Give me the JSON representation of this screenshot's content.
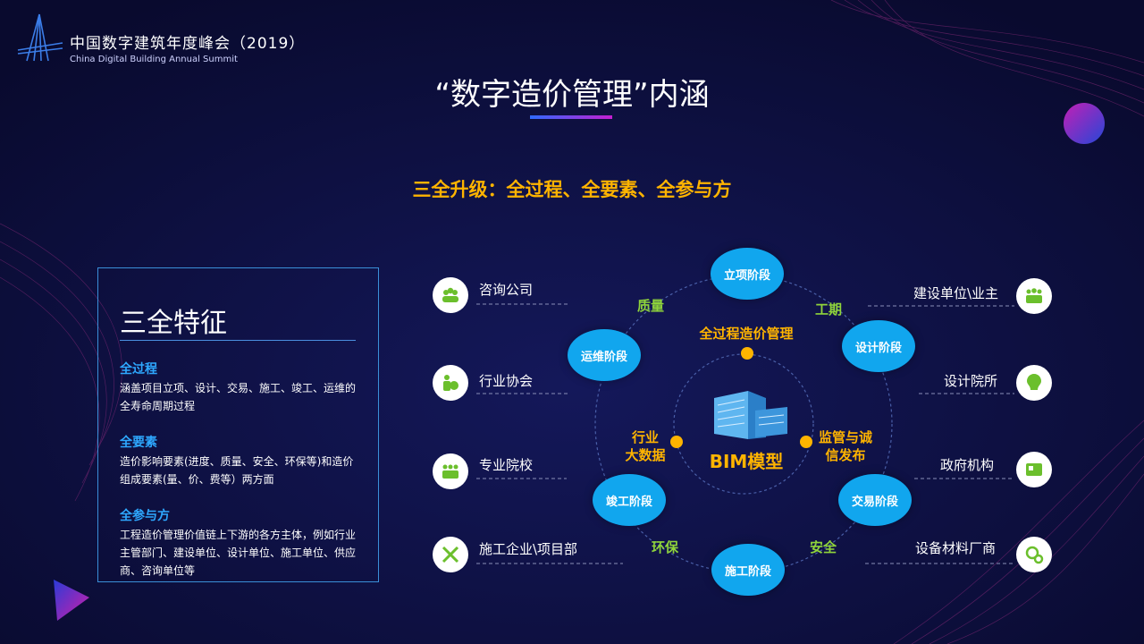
{
  "header": {
    "logo_cn": "中国数字建筑年度峰会（2019）",
    "logo_en": "China Digital Building Annual Summit"
  },
  "main_title": "“数字造价管理”内涵",
  "subtitle": "三全升级：全过程、全要素、全参与方",
  "panel": {
    "title": "三全特征",
    "sections": [
      {
        "heading": "全过程",
        "body": "涵盖项目立项、设计、交易、施工、竣工、运维的全寿命周期过程"
      },
      {
        "heading": "全要素",
        "body": "造价影响要素(进度、质量、安全、环保等)和造价组成要素(量、价、费等）两方面"
      },
      {
        "heading": "全参与方",
        "body": "工程造价管理价值链上下游的各方主体，例如行业主管部门、建设单位、设计单位、施工单位、供应商、咨询单位等"
      }
    ]
  },
  "stages": {
    "lixiang": "立项阶段",
    "sheji": "设计阶段",
    "jiaoyi": "交易阶段",
    "shigong": "施工阶段",
    "jungong": "竣工阶段",
    "yunwei": "运维阶段"
  },
  "elements": {
    "zhiliang": "质量",
    "gongqi": "工期",
    "anquan": "安全",
    "huanbao": "环保"
  },
  "inner": {
    "quanguocheng": "全过程造价管理",
    "hangye_1": "行业",
    "hangye_2": "大数据",
    "jianguan_1": "监管与诚",
    "jianguan_2": "信发布",
    "bim": "BIM模型"
  },
  "parties": {
    "left": [
      "咨询公司",
      "行业协会",
      "专业院校",
      "施工企业\\项目部"
    ],
    "right": [
      "建设单位\\业主",
      "设计院所",
      "政府机构",
      "设备材料厂商"
    ]
  },
  "colors": {
    "accent_yellow": "#ffb400",
    "stage_blue": "#11a6ee",
    "element_green": "#8fd43b",
    "icon_green": "#6bbf2c"
  }
}
